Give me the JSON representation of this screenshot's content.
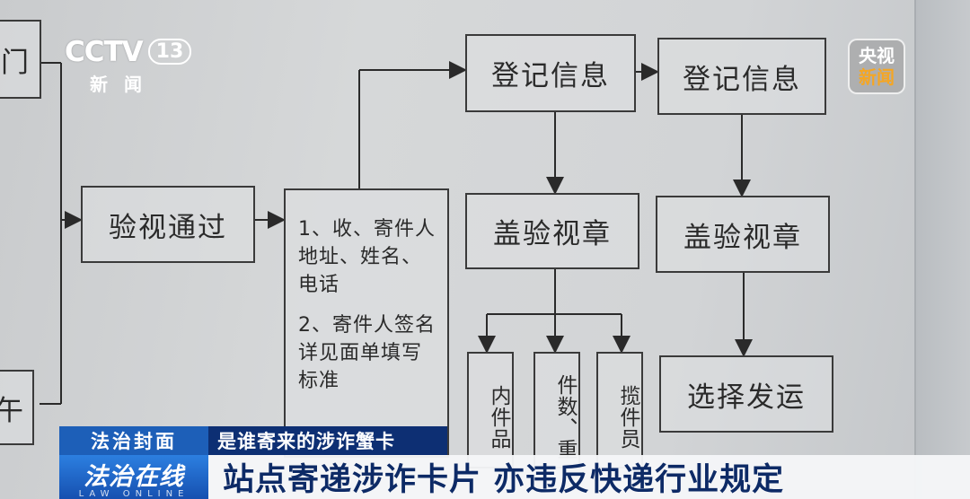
{
  "broadcast": {
    "channel_logo": "CCTV",
    "channel_number": "13",
    "channel_subtitle": "新闻",
    "badge_line1": "央视",
    "badge_line2": "新闻",
    "program_name": "法治在线",
    "program_name_en": "LAW ONLINE",
    "section_tag": "法治封面",
    "story_tag": "是谁寄来的涉诈蟹卡",
    "headline": "站点寄递涉诈卡片 亦违反快递行业规定",
    "colors": {
      "tag_blue": "#1d5fb8",
      "tag_navy": "#0d2f73",
      "headline_text": "#0d2a66",
      "badge_accent": "#f5a623"
    }
  },
  "flowchart": {
    "partial_left_top": "门",
    "partial_left_bottom": "午",
    "inspect_pass": "验视通过",
    "requirements": [
      "1、收、寄件人地址、姓名、电话",
      "2、寄件人签名详见面单填写标准"
    ],
    "register_a": "登记信息",
    "register_b": "登记信息",
    "stamp_a": "盖验视章",
    "stamp_b": "盖验视章",
    "branch_items": [
      "内件品",
      "件数、重",
      "揽件员"
    ],
    "choose_ship": "选择发运"
  }
}
